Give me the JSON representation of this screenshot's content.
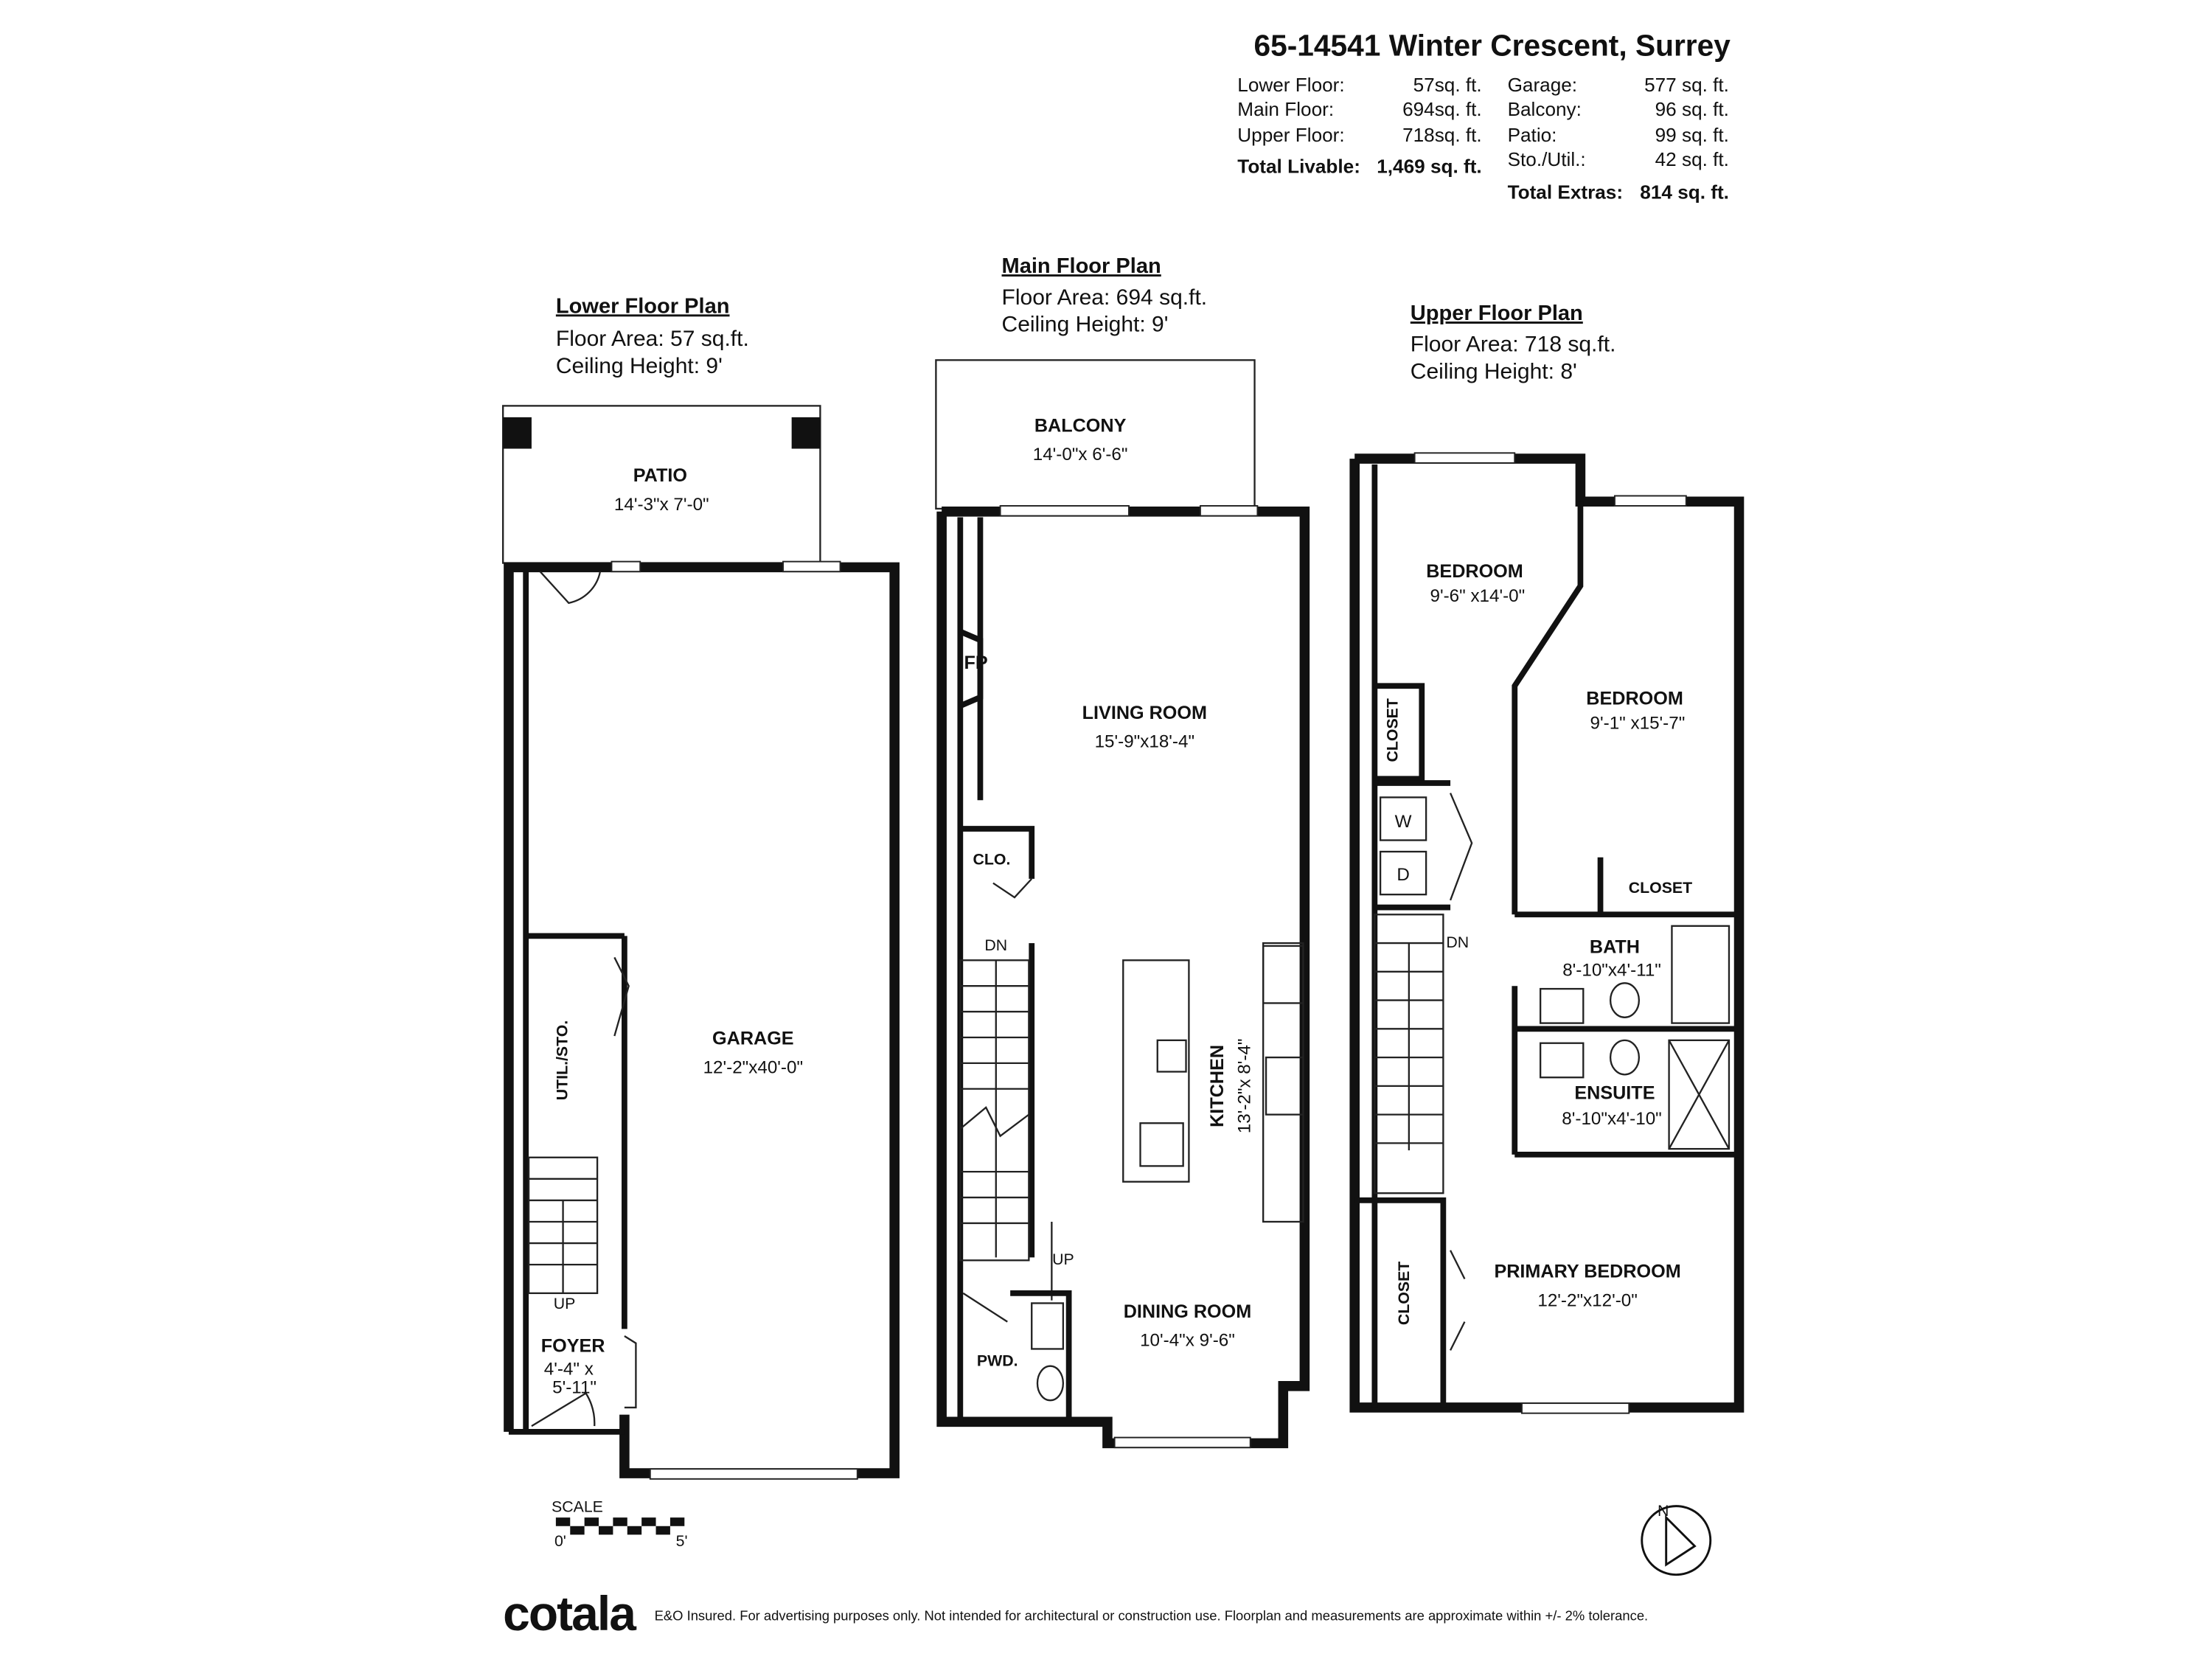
{
  "header": {
    "address": "65-14541 Winter Crescent, Surrey",
    "livable": [
      {
        "label": "Lower Floor:",
        "value": "57sq. ft."
      },
      {
        "label": "Main Floor:",
        "value": "694sq. ft."
      },
      {
        "label": "Upper Floor:",
        "value": "718sq. ft."
      }
    ],
    "total_livable": {
      "label": "Total Livable:",
      "value": "1,469 sq. ft."
    },
    "extras": [
      {
        "label": "Garage:",
        "value": "577 sq. ft."
      },
      {
        "label": "Balcony:",
        "value": "96 sq. ft."
      },
      {
        "label": "Patio:",
        "value": "99 sq. ft."
      },
      {
        "label": "Sto./Util.:",
        "value": "42 sq. ft."
      }
    ],
    "total_extras": {
      "label": "Total Extras:",
      "value": "814 sq. ft."
    }
  },
  "plans": {
    "lower": {
      "title": "Lower Floor Plan",
      "area": "Floor Area: 57 sq.ft.",
      "ceiling": "Ceiling Height: 9'"
    },
    "main": {
      "title": "Main Floor Plan",
      "area": "Floor Area: 694 sq.ft.",
      "ceiling": "Ceiling Height: 9'"
    },
    "upper": {
      "title": "Upper Floor Plan",
      "area": "Floor Area: 718 sq.ft.",
      "ceiling": "Ceiling Height: 8'"
    }
  },
  "rooms": {
    "patio": {
      "name": "PATIO",
      "dims": "14'-3\"x 7'-0\""
    },
    "garage": {
      "name": "GARAGE",
      "dims": "12'-2\"x40'-0\""
    },
    "util": {
      "name": "UTIL./STO."
    },
    "foyer": {
      "name": "FOYER",
      "dims1": "4'-4\" x",
      "dims2": "5'-11\""
    },
    "balcony": {
      "name": "BALCONY",
      "dims": "14'-0\"x 6'-6\""
    },
    "fp": {
      "name": "FP"
    },
    "living": {
      "name": "LIVING ROOM",
      "dims": "15'-9\"x18'-4\""
    },
    "clo": {
      "name": "CLO."
    },
    "kitchen": {
      "name": "KITCHEN",
      "dims": "13'-2\"x 8'-4\""
    },
    "dining": {
      "name": "DINING ROOM",
      "dims": "10'-4\"x 9'-6\""
    },
    "pwd": {
      "name": "PWD."
    },
    "bedroom1": {
      "name": "BEDROOM",
      "dims": "9'-6\" x14'-0\""
    },
    "bedroom2": {
      "name": "BEDROOM",
      "dims": "9'-1\" x15'-7\""
    },
    "closet1": {
      "name": "CLOSET"
    },
    "closet2": {
      "name": "CLOSET"
    },
    "closet3": {
      "name": "CLOSET"
    },
    "washer": {
      "name": "W"
    },
    "dryer": {
      "name": "D"
    },
    "bath": {
      "name": "BATH",
      "dims": "8'-10\"x4'-11\""
    },
    "ensuite": {
      "name": "ENSUITE",
      "dims": "8'-10\"x4'-10\""
    },
    "primary": {
      "name": "PRIMARY BEDROOM",
      "dims": "12'-2\"x12'-0\""
    }
  },
  "stairs": {
    "up": "UP",
    "dn": "DN"
  },
  "scale": {
    "label": "SCALE",
    "start": "0'",
    "end": "5'"
  },
  "compass": {
    "label": "N",
    "icon": "north-arrow-icon"
  },
  "footer": {
    "logo": "cotala",
    "disclaimer": "E&O Insured. For advertising purposes only. Not intended for architectural or construction use. Floorplan and measurements are approximate within +/- 2% tolerance."
  }
}
